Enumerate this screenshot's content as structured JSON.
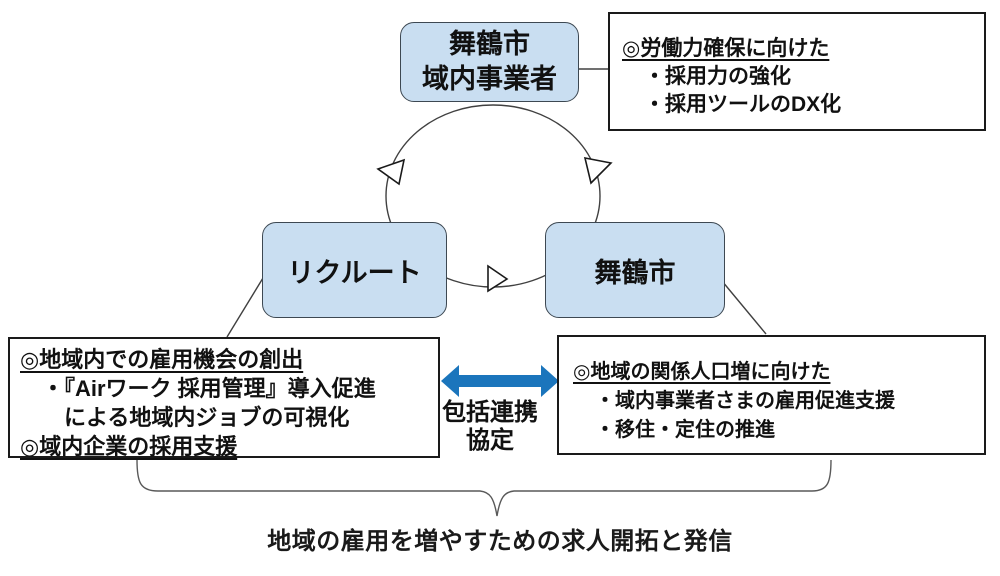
{
  "diagram": {
    "nodes": {
      "top": {
        "line1": "舞鶴市",
        "line2": "域内事業者"
      },
      "left": {
        "label": "リクルート"
      },
      "right": {
        "label": "舞鶴市"
      }
    },
    "notes": {
      "top_right": {
        "heading": "◎労働力確保に向けた",
        "bullet1": "・採用力の強化",
        "bullet2": "・採用ツールのDX化"
      },
      "bottom_left": {
        "heading1": "◎地域内での雇用機会の創出",
        "bullet1": "・『Airワーク 採用管理』導入促進",
        "bullet1_cont": "による地域内ジョブの可視化",
        "heading2": "◎域内企業の採用支援"
      },
      "bottom_right": {
        "heading": "◎地域の関係人口増に向けた",
        "bullet1": "・域内事業者さまの雇用促進支援",
        "bullet2": "・移住・定住の推進"
      }
    },
    "partnership": {
      "line1": "包括連携",
      "line2": "協定"
    },
    "caption": "地域の雇用を増やすための求人開拓と発信",
    "colors": {
      "node_fill": "#c9def1",
      "node_border": "#3d4852",
      "note_border": "#1a1a1a",
      "arrow_blue": "#1b75bc",
      "cycle_line": "#404040",
      "brace_line": "#595959"
    }
  }
}
